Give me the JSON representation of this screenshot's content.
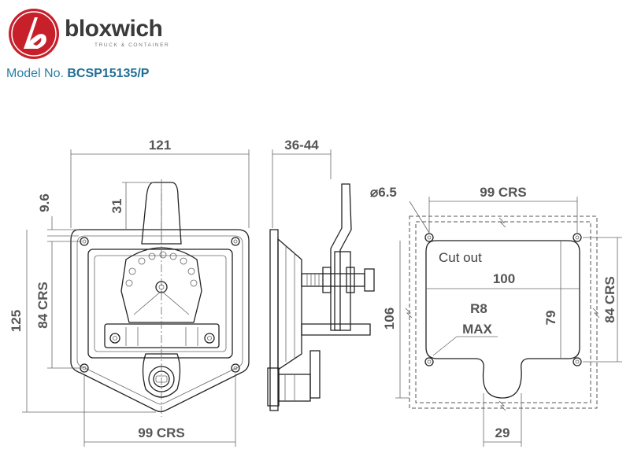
{
  "brand": {
    "name": "bloxwich",
    "tagline": "TRUCK & CONTAINER",
    "logo_icon": "bloxwich-b-logo"
  },
  "model": {
    "label": "Model No.",
    "number": "BCSP15135/P"
  },
  "colors": {
    "logo_red": "#c8202a",
    "model_blue": "#2a7fa6"
  },
  "dimensions": {
    "front_width": "121",
    "front_top_offset": "9.6",
    "handle_height": "31",
    "front_height": "125",
    "front_hole_vertical": "84 CRS",
    "front_hole_horizontal": "99 CRS",
    "side_depth": "36-44",
    "hole_diameter": "6.5",
    "cutout_hole_horizontal": "99 CRS",
    "cutout_width": "100",
    "cutout_height": "106",
    "cutout_inner_height": "79",
    "cutout_hole_vertical": "84 CRS",
    "cutout_notch_width": "29",
    "radius_label": "R8",
    "radius_note": "MAX",
    "cutout_label": "Cut out"
  }
}
